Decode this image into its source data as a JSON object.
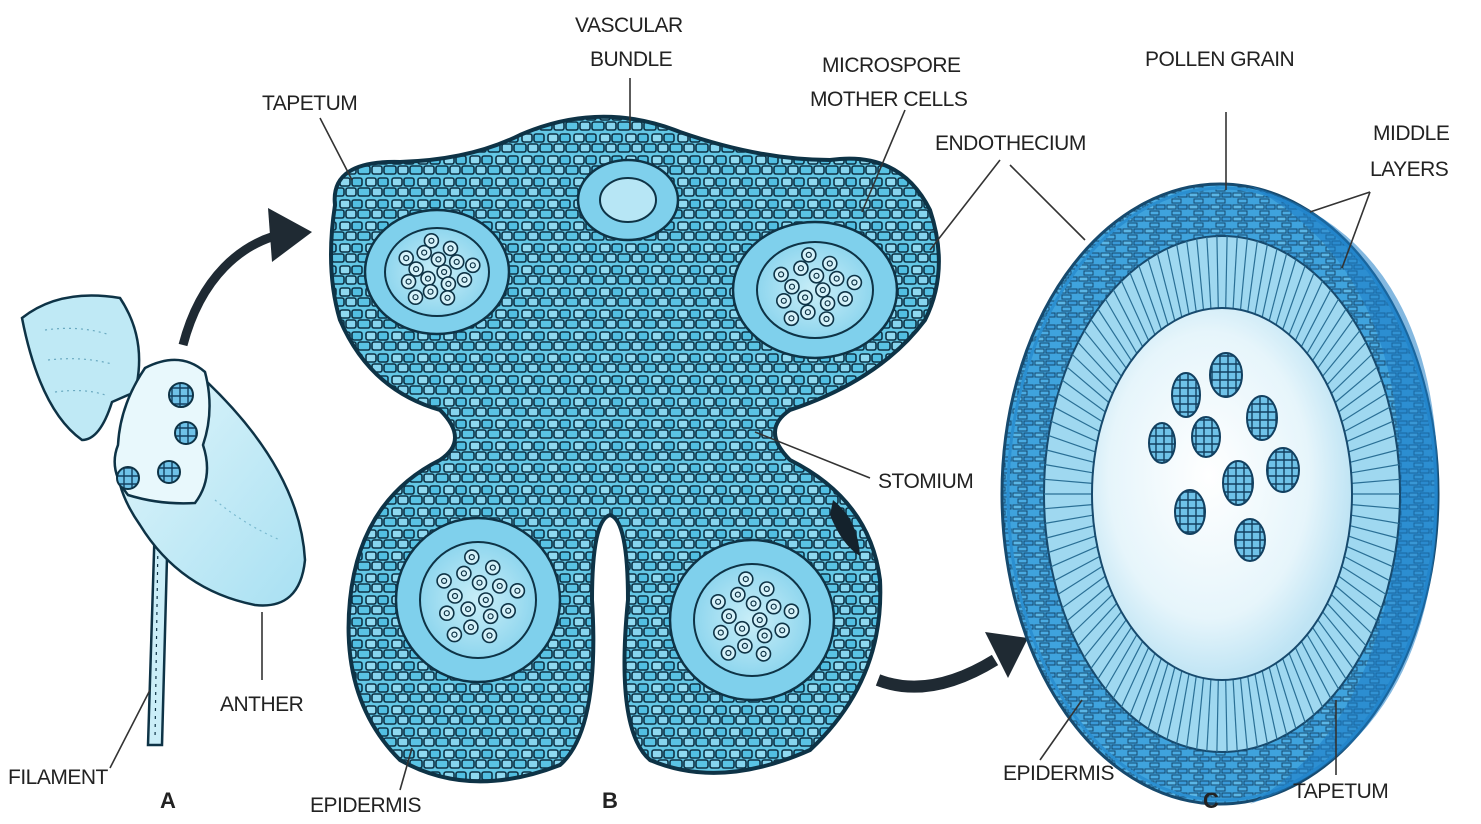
{
  "diagram": {
    "panels": {
      "a": "A",
      "b": "B",
      "c": "C"
    },
    "labels": {
      "filament": "FILAMENT",
      "anther": "ANTHER",
      "tapetum_b": "TAPETUM",
      "vascular_line1": "VASCULAR",
      "vascular_line2": "BUNDLE",
      "microspore_line1": "MICROSPORE",
      "microspore_line2": "MOTHER CELLS",
      "endothecium": "ENDOTHECIUM",
      "stomium": "STOMIUM",
      "epidermis_b": "EPIDERMIS",
      "pollen_grain": "POLLEN GRAIN",
      "middle_line1": "MIDDLE",
      "middle_line2": "LAYERS",
      "epidermis_c": "EPIDERMIS",
      "tapetum_c": "TAPETUM"
    },
    "colors": {
      "tissue_light": "#bfe9f5",
      "tissue_mid": "#5cc6e6",
      "tissue_dark": "#2a9fd0",
      "ring_blue": "#3a98d8",
      "outline": "#0e3346",
      "arrow": "#1f2a33"
    }
  }
}
